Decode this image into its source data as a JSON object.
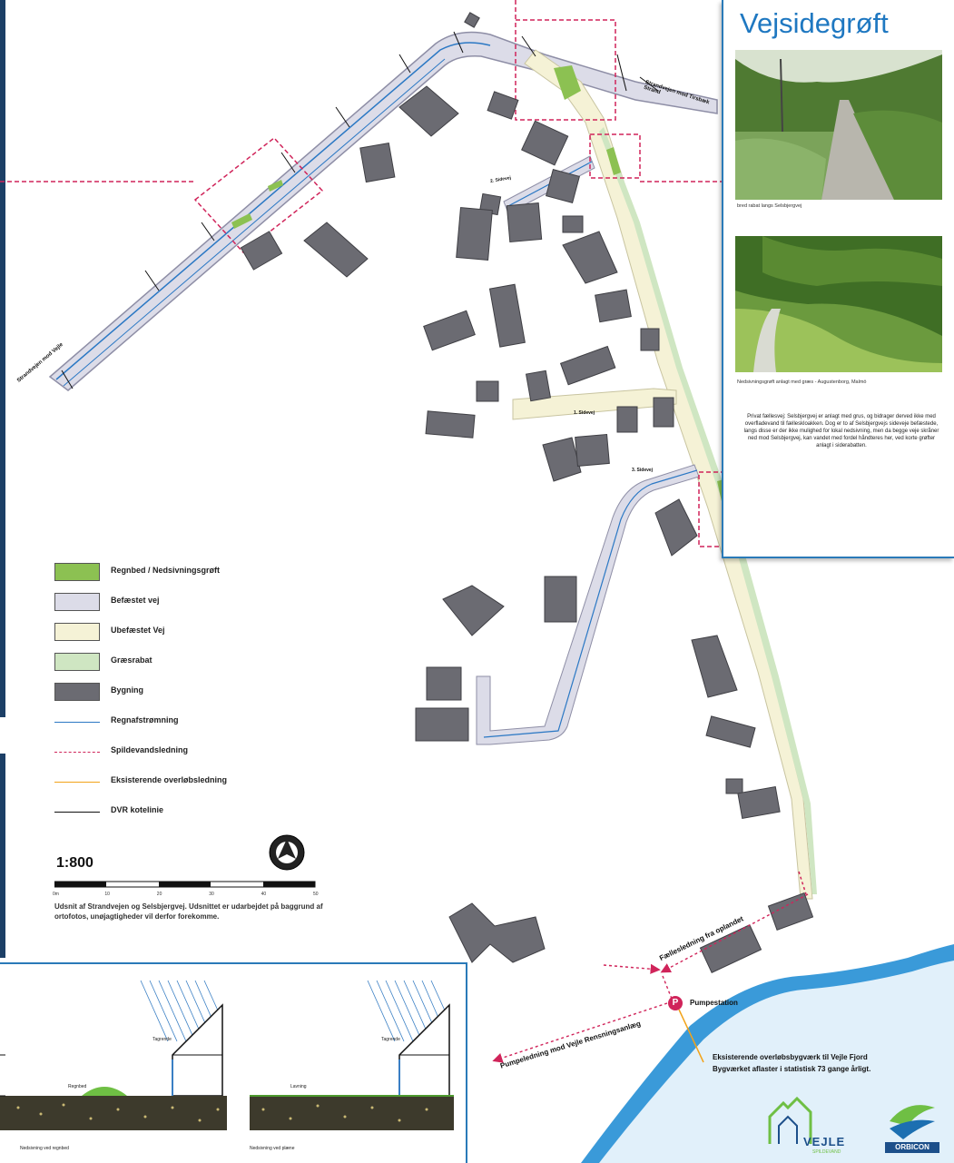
{
  "panel": {
    "title": "Vejsidegrøft",
    "photo1_caption": "bred rabat langs Selsbjergvej",
    "photo2_caption": "Nedsivningsgrøft anlagt med græs - Augustenborg, Malmö",
    "description": "Privat fællesvej: Selsbjergvej er anlagt med grus, og bidrager derved ikke med overfladevand til fælleskloakken. Dog er to af Selsbjergvejs sideveje befæstede, langs disse er der ikke mulighed for lokal nedsivning, men da begge veje skråner ned mod Selsbjergvej, kan vandet med fordel håndteres her, ved korte grøfter anlagt i siderabatten."
  },
  "legend": [
    {
      "label": "Regnbed / Nedsivningsgrøft",
      "kind": "swatch",
      "color": "#8cc152"
    },
    {
      "label": "Befæstet vej",
      "kind": "swatch",
      "color": "#dcdce8"
    },
    {
      "label": "Ubefæstet Vej",
      "kind": "swatch",
      "color": "#f5f2d6"
    },
    {
      "label": "Græsrabat",
      "kind": "swatch",
      "color": "#cfe6c2"
    },
    {
      "label": "Bygning",
      "kind": "swatch",
      "color": "#6b6b72"
    },
    {
      "label": "Regnafstrømning",
      "kind": "arrow",
      "color": "#2b78c4"
    },
    {
      "label": "Spildevandsledning",
      "kind": "dashed-arrow",
      "color": "#d0245a"
    },
    {
      "label": "Eksisterende overløbsledning",
      "kind": "arrow",
      "color": "#f2a31a"
    },
    {
      "label": "DVR kotelinie",
      "kind": "line",
      "color": "#111111"
    }
  ],
  "scale": {
    "ratio": "1:800",
    "ticks": [
      "0m",
      "10",
      "20",
      "30",
      "40",
      "50"
    ]
  },
  "extract_note": "Udsnit af Strandvejen og Selsbjergvej. Udsnittet er udarbejdet på baggrund af ortofotos, unøjagtigheder vil derfor forekomme.",
  "map_labels": {
    "strandvejen_vejle": "Strandvejen mod Vejle",
    "strandvejen_tirsbaek": "Strandvejen mod Tirsbæk Strand",
    "faellesledning": "Fællesledning fra oplandet",
    "pumpestation": "Pumpestation",
    "pumpestation_badge": "P",
    "pumpeledning": "Pumpeledning mod Vejle Rensningsanlæg",
    "overlob_note_line1": "Eksisterende overløbsbygværk til Vejle Fjord",
    "overlob_note_line2": "Bygværket aflaster i statistisk 73 gange årligt.",
    "road1": "2. Sidevej",
    "road2": "1. Sidevej",
    "road3": "3. Sidevej"
  },
  "sections": {
    "left_caption": "Nedsivning ved regnbed",
    "right_caption": "Nedsivning ved plæne",
    "left_roof": "Tagrende",
    "right_roof": "Tagrende",
    "left_ground": "Regnbed",
    "right_ground": "Lavning"
  },
  "logos": {
    "vejle_text": "VEJLE",
    "vejle_sub": "SPILDEVAND",
    "orbicon_text": "ORBICON"
  },
  "colors": {
    "paved": "#dcdce8",
    "paved_edge": "#8e8ea6",
    "gravel": "#f5f2d6",
    "grass": "#cfe6c2",
    "building": "#6b6b72",
    "rain": "#2b78c4",
    "sewer": "#d0245a",
    "accent": "#1f78c1"
  }
}
